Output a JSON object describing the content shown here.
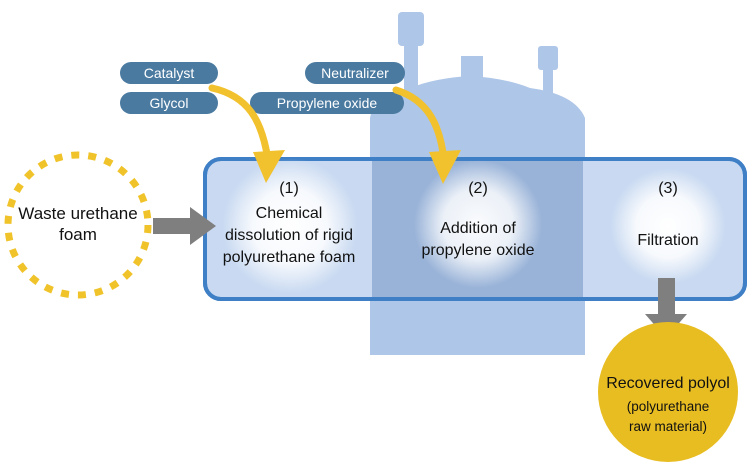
{
  "inputs": {
    "catalyst": "Catalyst",
    "glycol": "Glycol",
    "neutralizer": "Neutralizer",
    "propylene_oxide": "Propylene oxide"
  },
  "source": {
    "line1": "Waste urethane",
    "line2": "foam"
  },
  "steps": [
    {
      "number": "(1)",
      "lines": [
        "Chemical",
        "dissolution of rigid",
        "polyurethane foam"
      ]
    },
    {
      "number": "(2)",
      "lines": [
        "Addition of",
        "propylene oxide"
      ]
    },
    {
      "number": "(3)",
      "lines": [
        "Filtration"
      ]
    }
  ],
  "output": {
    "line1": "Recovered polyol",
    "line2": "(polyurethane",
    "line3": "raw material)"
  },
  "colors": {
    "vessel": "#aec6e8",
    "process_fill": "#c8d9f1",
    "process_middle": "#90acd4",
    "process_border": "#3f7fc6",
    "pill": "#4a7aa0",
    "arrow_yellow": "#f2c12e",
    "arrow_gray": "#7f7f7f",
    "dots": "#f0c32a",
    "output_fill": "#e8bd22"
  }
}
